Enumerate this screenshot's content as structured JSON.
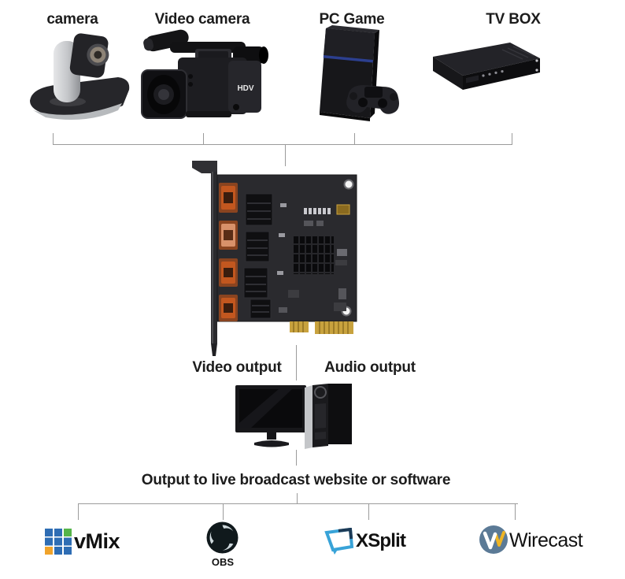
{
  "diagram": {
    "sources": [
      {
        "id": "camera",
        "label": "camera"
      },
      {
        "id": "video-camera",
        "label": "Video camera"
      },
      {
        "id": "pc-game",
        "label": "PC Game"
      },
      {
        "id": "tv-box",
        "label": "TV BOX"
      }
    ],
    "outputs": {
      "video": "Video output",
      "audio": "Audio output"
    },
    "heading": "Output to live broadcast website or software",
    "software": [
      {
        "id": "vmix",
        "label": "vMix"
      },
      {
        "id": "obs",
        "label": "OBS"
      },
      {
        "id": "xsplit",
        "label": "XSplit"
      },
      {
        "id": "wirecast",
        "label": "Wirecast"
      }
    ]
  },
  "device_texts": {
    "camcorder_badge": "HDV"
  },
  "colors": {
    "background": "#ffffff",
    "text": "#1c1c1c",
    "connector_line": "#9b9b9b",
    "vmix_blue": "#2e6db4",
    "vmix_green": "#55b44a",
    "vmix_orange": "#f0a32a",
    "obs_black": "#10191c",
    "obs_swirl": "#cfd9dd",
    "xsplit_blue": "#38a3d8",
    "xsplit_navy": "#1c3a56",
    "wirecast_slate": "#5b7a96",
    "wirecast_gold": "#eeb424",
    "hdmi_orange": "#c2571f",
    "pcb_dark": "#2a2a2e",
    "gold_fingers": "#c8a23e"
  }
}
